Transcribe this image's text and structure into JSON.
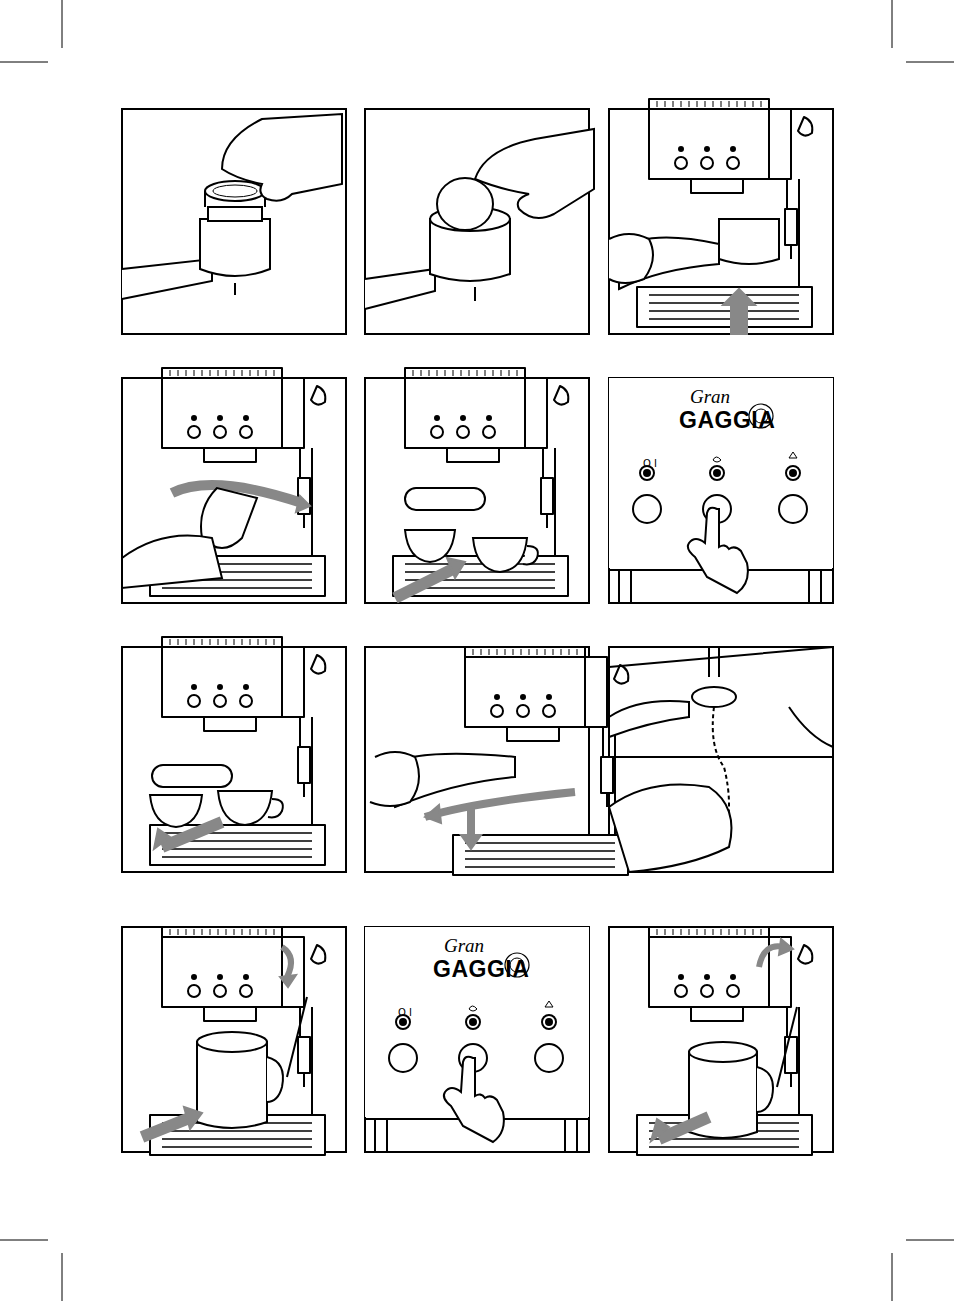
{
  "diagram": {
    "labels": [
      "Gran",
      "GAGGIA",
      "O I",
      "Gran",
      "GAGGIA",
      "O I"
    ]
  }
}
